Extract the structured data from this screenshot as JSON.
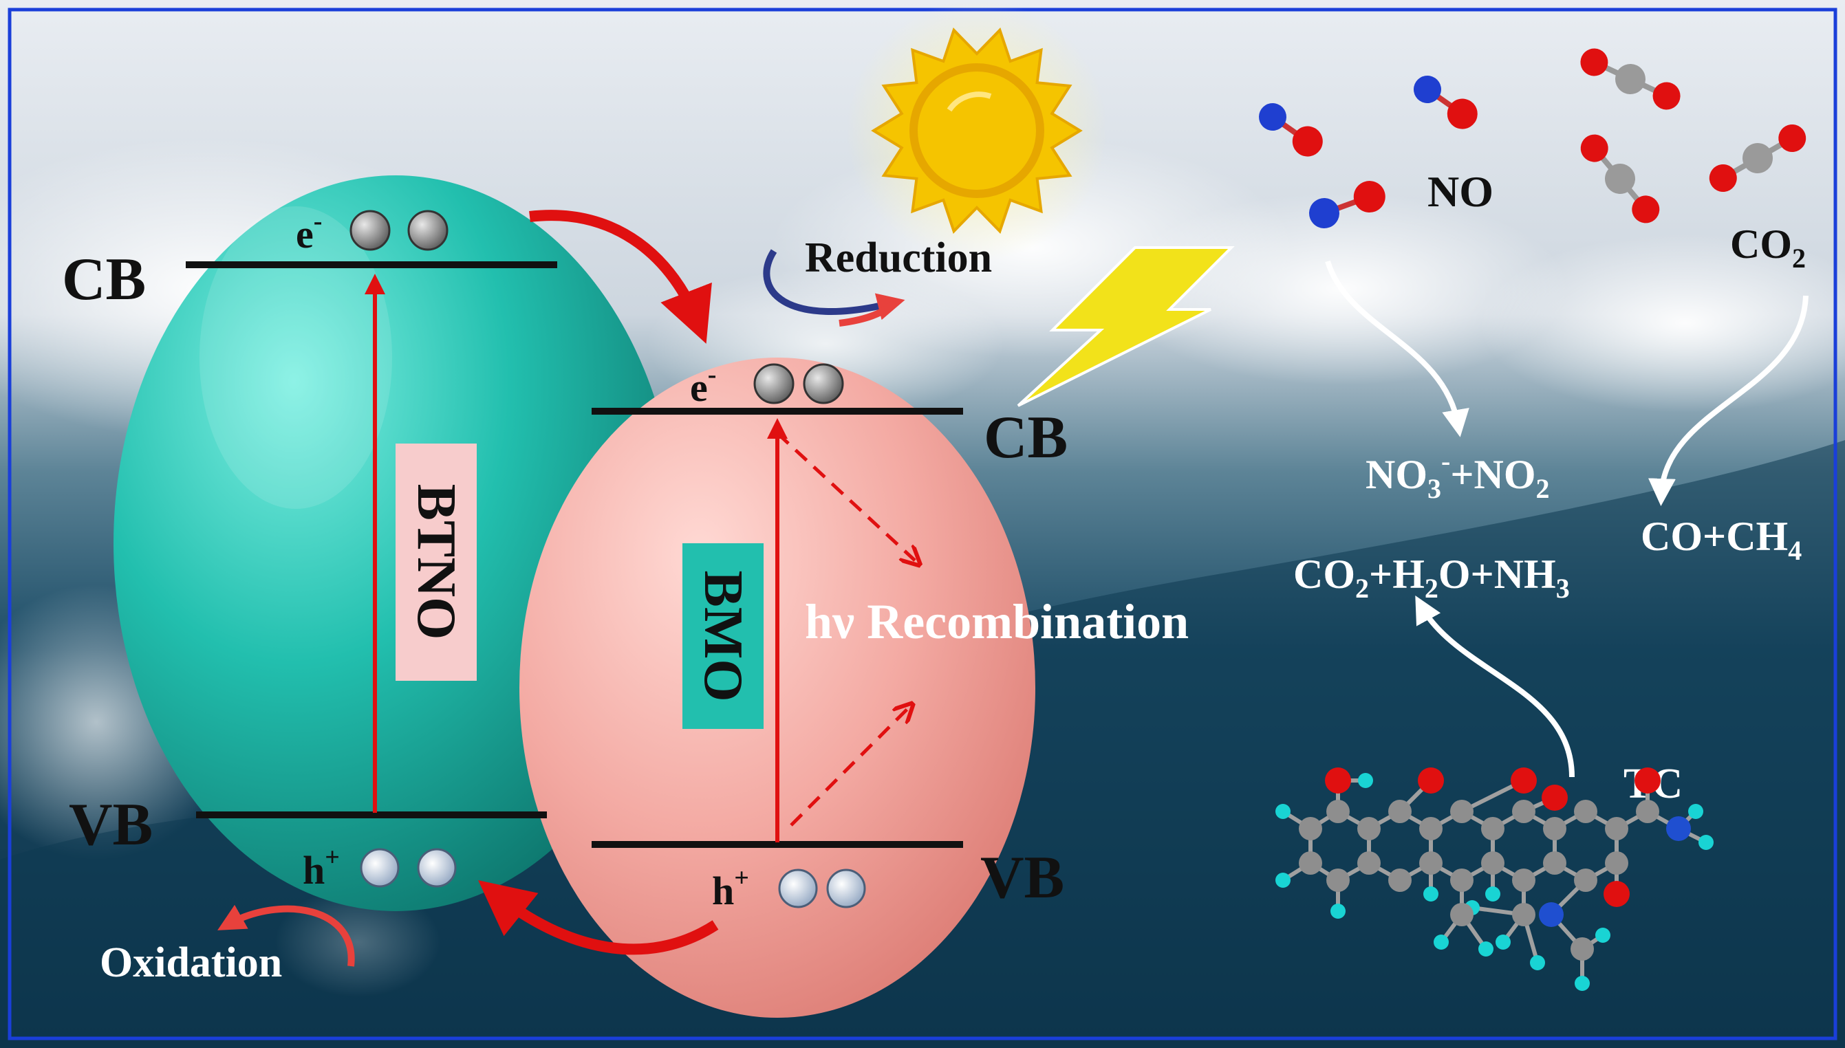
{
  "colors": {
    "border": "#1a3fd9",
    "sky": "#dde3ea",
    "sea": "#0f3d55",
    "btno": "#1fb8aa",
    "bmo": "#f0a5a0",
    "arrow_red": "#e01010",
    "band_line": "#111111",
    "sun": "#f5c400",
    "lightning": "#f2e21a"
  },
  "labels": {
    "cb_left": "CB",
    "vb_left": "VB",
    "cb_right": "CB",
    "vb_right": "VB",
    "electron": "e",
    "electron_sup": "-",
    "electron2": "e",
    "electron2_sup": "-",
    "hole": "h",
    "hole_sup": "+",
    "hole2": "h",
    "hole2_sup": "+",
    "btno": "BTNO",
    "bmo": "BMO",
    "reduction": "Reduction",
    "oxidation": "Oxidation",
    "recombination": "hν Recombination",
    "no": "NO",
    "co2": "CO",
    "co2_sub": "2",
    "tc": "TC"
  },
  "products": {
    "no3_a": "NO",
    "no3_sub": "3",
    "no3_sup": "-",
    "no3_b": "+NO",
    "no3_sub2": "2",
    "co_a": "CO+CH",
    "co_sub": "4",
    "deg_a": "CO",
    "deg_sub1": "2",
    "deg_b": "+H",
    "deg_sub2": "2",
    "deg_c": "O+NH",
    "deg_sub3": "3"
  }
}
